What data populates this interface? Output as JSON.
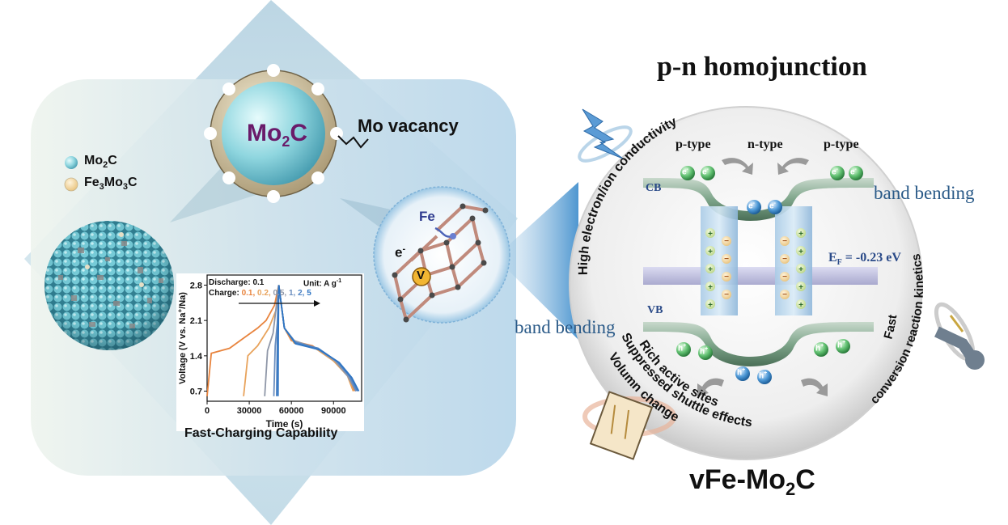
{
  "left_panel": {
    "mo_vacancy_label": "Mo vacancy",
    "sphere_formula": {
      "base": "Mo",
      "sub": "2",
      "tail": "C"
    },
    "legend": [
      {
        "base": "Mo",
        "sub": "2",
        "tail": "C",
        "color": "#7ccfdc"
      },
      {
        "base": "Fe",
        "sub": "3",
        "mid": "Mo",
        "sub2": "3",
        "tail": "C",
        "color": "#e6dfc6"
      }
    ],
    "fe_label": "Fe",
    "e_label": "e",
    "e_sup": "-",
    "v_label": "V",
    "chart_caption": "Fast-Charging Capability"
  },
  "chart_data": {
    "type": "line",
    "title": "",
    "xlabel": "Time (s)",
    "ylabel_parts": [
      "Voltage (V vs. Na",
      "+",
      "/Na)"
    ],
    "xlim": [
      0,
      110000
    ],
    "ylim": [
      0.5,
      3.0
    ],
    "xticks": [
      0,
      30000,
      60000,
      90000
    ],
    "xtick_labels": [
      "0",
      "30000",
      "60000",
      "90000"
    ],
    "yticks": [
      0.7,
      1.4,
      2.1,
      2.8
    ],
    "ytick_labels": [
      "0.7",
      "1.4",
      "2.1",
      "2.8"
    ],
    "annotations": {
      "discharge": "Discharge: 0.1",
      "unit_text": "Unit: A g",
      "unit_sup": "-1",
      "charge_prefix": "Charge: ",
      "charge_rates": [
        {
          "text": "0.1",
          "color": "#e8843e"
        },
        {
          "text": "0.2",
          "color": "#e8a35c"
        },
        {
          "text": "0.5",
          "color": "#8f97a8"
        },
        {
          "text": "1",
          "color": "#6c8fbf"
        },
        {
          "text": "2",
          "color": "#4d83c4"
        },
        {
          "text": "5",
          "color": "#2f75c3"
        }
      ],
      "separator": ", "
    },
    "series": [
      {
        "color": "#e8843e",
        "points": [
          [
            0,
            0.6
          ],
          [
            3000,
            1.45
          ],
          [
            16000,
            1.55
          ],
          [
            26000,
            1.75
          ],
          [
            36000,
            1.95
          ],
          [
            42000,
            2.1
          ],
          [
            48000,
            2.4
          ],
          [
            51000,
            2.8
          ],
          [
            55000,
            1.95
          ],
          [
            60000,
            1.7
          ],
          [
            75000,
            1.6
          ],
          [
            88000,
            1.35
          ],
          [
            100000,
            1.05
          ],
          [
            105000,
            0.7
          ]
        ]
      },
      {
        "color": "#e8a35c",
        "points": [
          [
            26000,
            0.6
          ],
          [
            29000,
            1.4
          ],
          [
            36000,
            1.6
          ],
          [
            44000,
            1.95
          ],
          [
            49000,
            2.3
          ],
          [
            51000,
            2.8
          ],
          [
            55000,
            1.95
          ],
          [
            62000,
            1.65
          ],
          [
            77000,
            1.55
          ],
          [
            90000,
            1.3
          ],
          [
            100000,
            1.0
          ],
          [
            104000,
            0.7
          ]
        ]
      },
      {
        "color": "#8f97a8",
        "points": [
          [
            41000,
            0.6
          ],
          [
            43000,
            1.5
          ],
          [
            47000,
            1.85
          ],
          [
            51000,
            2.8
          ],
          [
            55000,
            1.95
          ],
          [
            62000,
            1.7
          ],
          [
            78000,
            1.55
          ],
          [
            91000,
            1.3
          ],
          [
            100000,
            1.0
          ],
          [
            106000,
            0.7
          ]
        ]
      },
      {
        "color": "#6c8fbf",
        "points": [
          [
            47500,
            0.6
          ],
          [
            48500,
            1.6
          ],
          [
            50000,
            2.05
          ],
          [
            51000,
            2.8
          ],
          [
            55000,
            1.95
          ],
          [
            62000,
            1.68
          ],
          [
            78000,
            1.55
          ],
          [
            92000,
            1.3
          ],
          [
            101000,
            1.0
          ],
          [
            106000,
            0.7
          ]
        ]
      },
      {
        "color": "#4d83c4",
        "points": [
          [
            49500,
            0.6
          ],
          [
            50000,
            1.7
          ],
          [
            50500,
            2.2
          ],
          [
            51000,
            2.8
          ],
          [
            55000,
            1.95
          ],
          [
            63000,
            1.66
          ],
          [
            79000,
            1.55
          ],
          [
            93000,
            1.28
          ],
          [
            102000,
            0.98
          ],
          [
            107000,
            0.7
          ]
        ]
      },
      {
        "color": "#2f75c3",
        "points": [
          [
            50500,
            0.6
          ],
          [
            50700,
            1.8
          ],
          [
            51000,
            2.8
          ],
          [
            55000,
            1.95
          ],
          [
            63000,
            1.64
          ],
          [
            80000,
            1.52
          ],
          [
            94000,
            1.27
          ],
          [
            103000,
            0.97
          ],
          [
            108000,
            0.7
          ]
        ]
      }
    ]
  },
  "right_panel": {
    "title": "p-n homojunction",
    "formula": {
      "base": "vFe-Mo",
      "sub": "2",
      "tail": "C"
    },
    "band_bending_right": "band bending",
    "band_bending_left": "band bending",
    "p_type_left": "p-type",
    "n_type": "n-type",
    "p_type_right": "p-type",
    "cb": "CB",
    "vb": "VB",
    "ef": {
      "base": "E",
      "sub": "F",
      "tail": " = -0.23 eV"
    },
    "electron": {
      "base": "e",
      "sup": "-"
    },
    "hole": {
      "base": "h",
      "sup": "+"
    },
    "curved_left_top": "High electron/ion conductivity",
    "curved_right_1": "Fast",
    "curved_right_2": "conversion reaction kinetics",
    "curved_bottom_1": "Rich active sites",
    "curved_bottom_2": "Suppressed shuttle effects",
    "curved_bottom_3": "Volumn change"
  }
}
